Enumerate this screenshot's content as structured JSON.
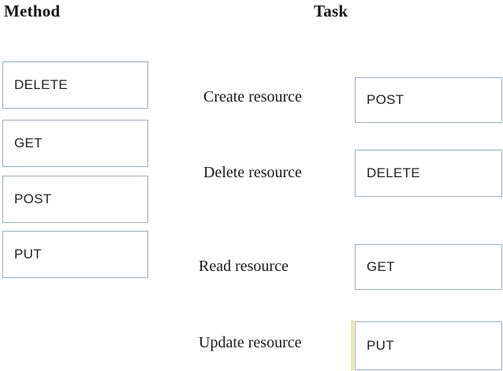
{
  "headings": {
    "method": "Method",
    "task": "Task"
  },
  "colors": {
    "box_border": "#9aacbb",
    "accent_highlight": "#f2e6a8",
    "text": "#231f20",
    "heading_text": "#141414",
    "background": "#ffffff"
  },
  "method_options": [
    {
      "label": "DELETE"
    },
    {
      "label": "GET"
    },
    {
      "label": "POST"
    },
    {
      "label": "PUT"
    }
  ],
  "task_rows": [
    {
      "task": "Create resource",
      "answer": "POST",
      "accented": false
    },
    {
      "task": "Delete resource",
      "answer": "DELETE",
      "accented": false
    },
    {
      "task": "Read resource",
      "answer": "GET",
      "accented": false
    },
    {
      "task": "Update resource",
      "answer": "PUT",
      "accented": true
    }
  ]
}
